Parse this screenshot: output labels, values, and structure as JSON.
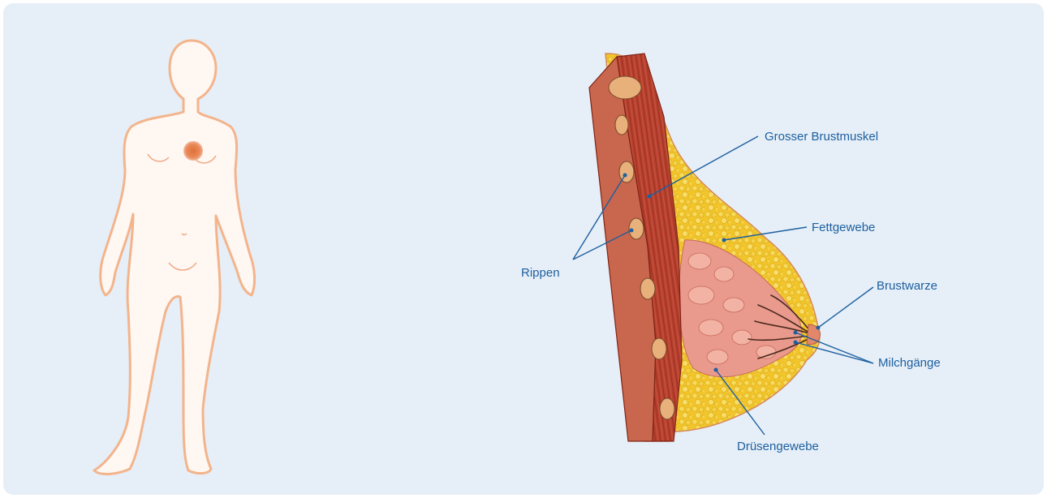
{
  "colors": {
    "panel_background": "#e6eff7",
    "label_text": "#1d5fa0",
    "leader_line": "#1d5fa0",
    "skin_fill": "#fff7f2",
    "skin_outline": "#f3b48c",
    "breast_marker": "#e0703a",
    "muscle": "#b8412e",
    "fat": "#f2c62b",
    "gland": "#e99a8c"
  },
  "labels": {
    "pectoral_muscle": "Grosser Brustmuskel",
    "fat_tissue": "Fettgewebe",
    "ribs": "Rippen",
    "nipple": "Brustwarze",
    "milk_ducts": "Milchgänge",
    "gland_tissue": "Drüsengewebe"
  }
}
